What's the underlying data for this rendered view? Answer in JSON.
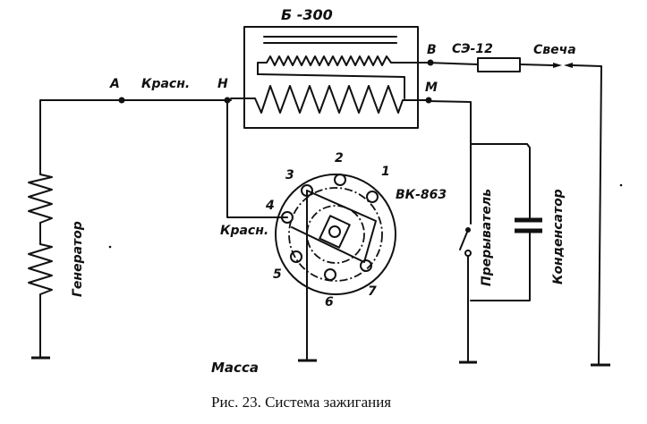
{
  "diagram": {
    "title": "Система зажигания",
    "caption": "Рис. 23. Система зажигания",
    "labels": {
      "coil": "Б -300",
      "resistor": "СЭ-12",
      "spark_plug": "Свеча",
      "terminal_a": "А",
      "terminal_n": "Н",
      "terminal_v": "В",
      "terminal_m": "М",
      "wire_color_top": "Красн.",
      "wire_color_switch": "Красн.",
      "switch": "ВК-863",
      "generator": "Генератор",
      "breaker": "Прерыватель",
      "condenser": "Конденсатор",
      "ground": "Масса"
    },
    "switch_positions": [
      "1",
      "2",
      "3",
      "4",
      "5",
      "6",
      "7"
    ]
  }
}
